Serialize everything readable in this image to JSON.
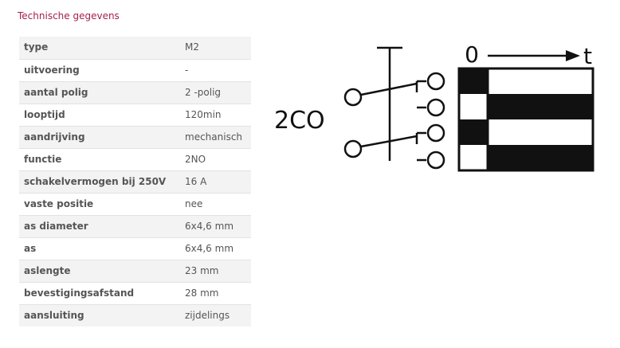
{
  "section_title": "Technische gegevens",
  "specs": [
    {
      "label": "type",
      "value": "M2"
    },
    {
      "label": "uitvoering",
      "value": "-"
    },
    {
      "label": "aantal polig",
      "value": "2 -polig"
    },
    {
      "label": "looptijd",
      "value": "120min"
    },
    {
      "label": "aandrijving",
      "value": "mechanisch"
    },
    {
      "label": "functie",
      "value": "2NO"
    },
    {
      "label": "schakelvermogen bij 250V",
      "value": "16 A"
    },
    {
      "label": "vaste positie",
      "value": "nee"
    },
    {
      "label": "as diameter",
      "value": "6x4,6 mm"
    },
    {
      "label": "as",
      "value": "6x4,6 mm"
    },
    {
      "label": "aslengte",
      "value": "23 mm"
    },
    {
      "label": "bevestigingsafstand",
      "value": "28 mm"
    },
    {
      "label": "aansluiting",
      "value": "zijdelings"
    }
  ],
  "diagram": {
    "contact_label": "2CO",
    "time_origin": "0",
    "time_axis": "t"
  },
  "colors": {
    "title": "#a3214f",
    "text": "#555555",
    "stripe": "#f3f3f3",
    "diagram": "#111111"
  }
}
